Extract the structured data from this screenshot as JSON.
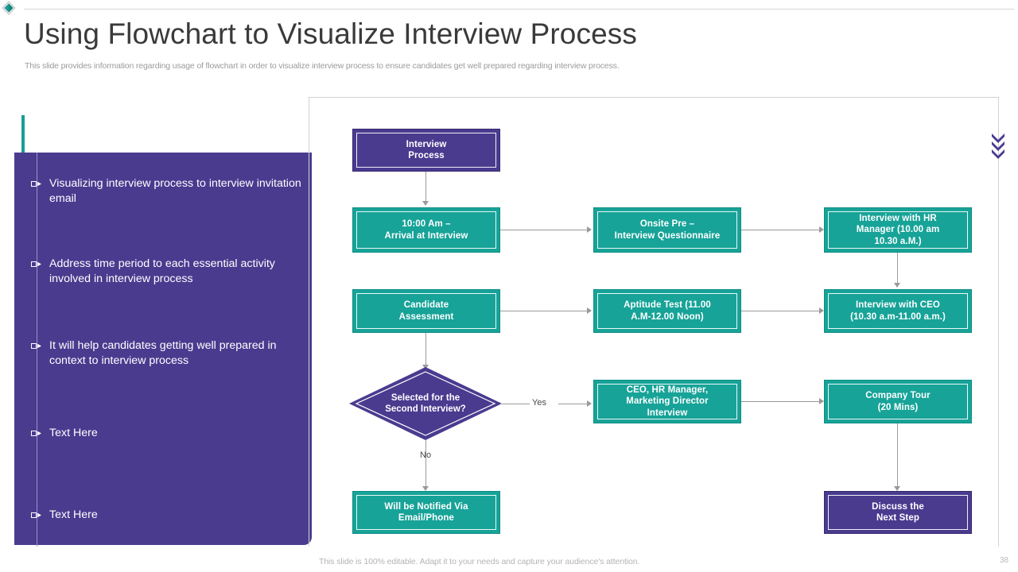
{
  "header": {
    "title": "Using Flowchart to Visualize Interview Process",
    "subtitle": "This slide provides information regarding usage of flowchart in order to visualize interview process to ensure candidates get well prepared regarding interview process."
  },
  "colors": {
    "purple": "#4a3b8f",
    "teal": "#17a398",
    "accent_teal": "#1b9b96",
    "connector_gray": "#9a9a9a",
    "title_gray": "#3a3a3a",
    "subtitle_gray": "#9b9b9b"
  },
  "sidebar": {
    "bullets": [
      {
        "text": "Visualizing interview process to interview invitation email"
      },
      {
        "text": "Address time period to each essential activity involved in interview process"
      },
      {
        "text": "It will help candidates getting well prepared in context to interview process"
      },
      {
        "text": "Text Here"
      },
      {
        "text": "Text Here"
      }
    ]
  },
  "flowchart": {
    "nodes": {
      "start": {
        "label": "Interview\nProcess",
        "style": "purple"
      },
      "arrival": {
        "label": "10:00 Am –\nArrival at Interview",
        "style": "teal"
      },
      "questionnaire": {
        "label": "Onsite Pre –\nInterview Questionnaire",
        "style": "teal"
      },
      "hr_manager": {
        "label": "Interview with HR\nManager (10.00 am\n10.30 a.M.)",
        "style": "teal"
      },
      "assessment": {
        "label": "Candidate\nAssessment",
        "style": "teal"
      },
      "aptitude": {
        "label": "Aptitude Test (11.00\nA.M-12.00 Noon)",
        "style": "teal"
      },
      "ceo_interview": {
        "label": "Interview with CEO\n(10.30 a.m-11.00 a.m.)",
        "style": "teal"
      },
      "decision": {
        "label": "Selected for the\nSecond Interview?",
        "style": "purple-diamond"
      },
      "panel_interview": {
        "label": "CEO, HR Manager,\nMarketing Director\nInterview",
        "style": "teal"
      },
      "company_tour": {
        "label": "Company Tour\n(20 Mins)",
        "style": "teal"
      },
      "notified": {
        "label": "Will be Notified Via\nEmail/Phone",
        "style": "teal"
      },
      "next_step": {
        "label": "Discuss the\nNext Step",
        "style": "purple"
      }
    },
    "edge_labels": {
      "yes": "Yes",
      "no": "No"
    }
  },
  "footer": {
    "note": "This slide is 100% editable. Adapt it to your needs and capture your audience's attention.",
    "page_number": "38"
  }
}
